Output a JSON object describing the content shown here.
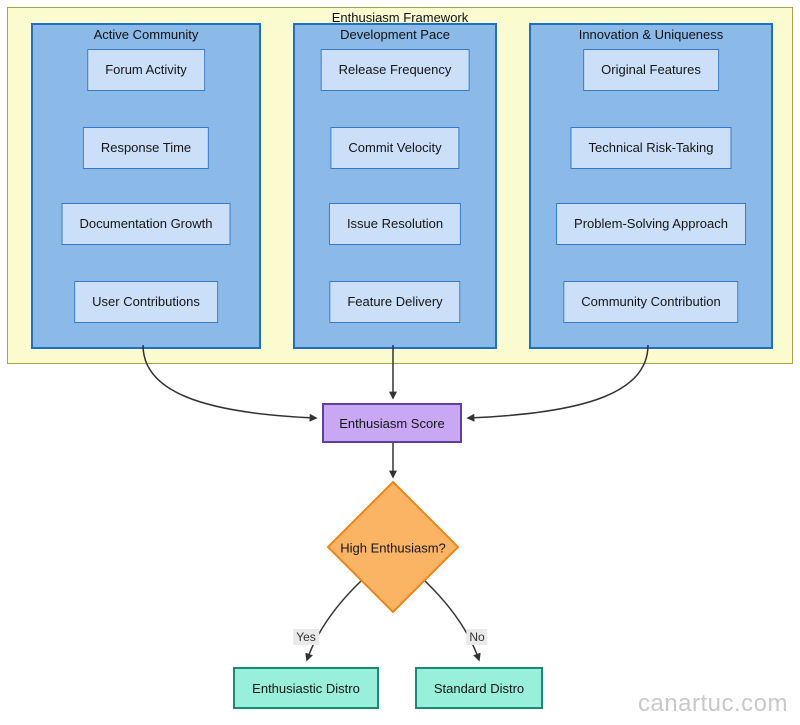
{
  "diagram": {
    "title": "Enthusiasm Framework",
    "groups": [
      {
        "title": "Active Community",
        "nodes": [
          "Forum Activity",
          "Response Time",
          "Documentation Growth",
          "User Contributions"
        ]
      },
      {
        "title": "Development Pace",
        "nodes": [
          "Release Frequency",
          "Commit Velocity",
          "Issue Resolution",
          "Feature Delivery"
        ]
      },
      {
        "title": "Innovation & Uniqueness",
        "nodes": [
          "Original Features",
          "Technical Risk-Taking",
          "Problem-Solving Approach",
          "Community Contribution"
        ]
      }
    ],
    "score_label": "Enthusiasm Score",
    "decision_label": "High Enthusiasm?",
    "branches": {
      "yes": "Yes",
      "no": "No"
    },
    "outcomes": {
      "enthusiastic": "Enthusiastic Distro",
      "standard": "Standard Distro"
    },
    "colors": {
      "frame_fill": "#FBFBD0",
      "frame_border": "#A6A647",
      "group_fill": "#8BBAE8",
      "group_border": "#1E6FC8",
      "node_fill": "#CBE0F8",
      "node_border": "#3579C8",
      "score_fill": "#C8A8F2",
      "score_border": "#5D3FA6",
      "decision_fill": "#FBB464",
      "decision_border": "#F08414",
      "outcome_fill": "#98F0DA",
      "outcome_border": "#148C76",
      "edge_color": "#333333"
    }
  },
  "watermark": "canartuc.com"
}
